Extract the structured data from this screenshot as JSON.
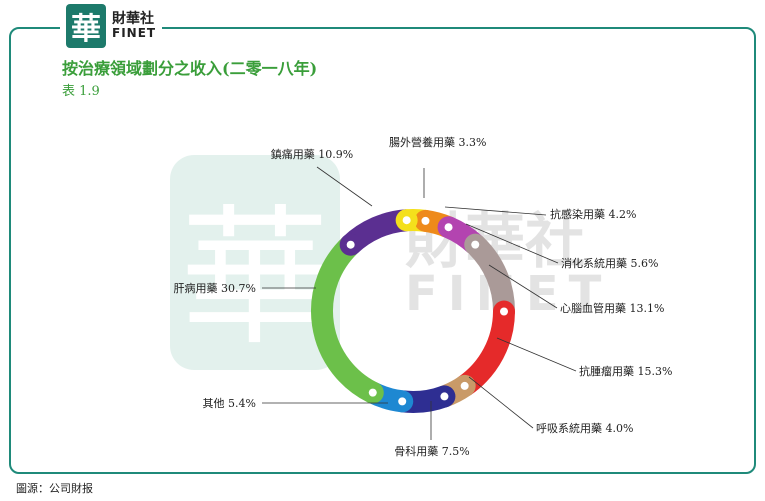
{
  "logo": {
    "mark": "華",
    "cn": "財華社",
    "en": "FINET"
  },
  "title": "按治療領域劃分之收入(二零一八年)",
  "subtitle": "表 1.9",
  "source": "圖源：公司財报",
  "watermark": {
    "mark": "華",
    "cn": "財華社",
    "en": "FINET"
  },
  "chart_data": {
    "type": "pie",
    "style": "donut",
    "categories": [
      "腸外營養用藥",
      "抗感染用藥",
      "消化系統用藥",
      "心腦血管用藥",
      "抗腫瘤用藥",
      "呼吸系統用藥",
      "骨科用藥",
      "其他",
      "肝病用藥",
      "鎮痛用藥"
    ],
    "values": [
      3.3,
      4.2,
      5.6,
      13.1,
      15.3,
      4.0,
      7.5,
      5.4,
      30.7,
      10.9
    ],
    "labels": [
      "腸外營養用藥 3.3%",
      "抗感染用藥 4.2%",
      "消化系統用藥 5.6%",
      "心腦血管用藥 13.1%",
      "抗腫瘤用藥 15.3%",
      "呼吸系統用藥 4.0%",
      "骨科用藥 7.5%",
      "其他 5.4%",
      "肝病用藥 30.7%",
      "鎮痛用藥 10.9%"
    ],
    "colors": [
      "#f4e01c",
      "#ee8a1a",
      "#b344b0",
      "#aa9a98",
      "#e52a2a",
      "#c99a68",
      "#2e2e92",
      "#1e88d2",
      "#6cc04a",
      "#5b2f91"
    ],
    "start_angle_deg": -4
  }
}
